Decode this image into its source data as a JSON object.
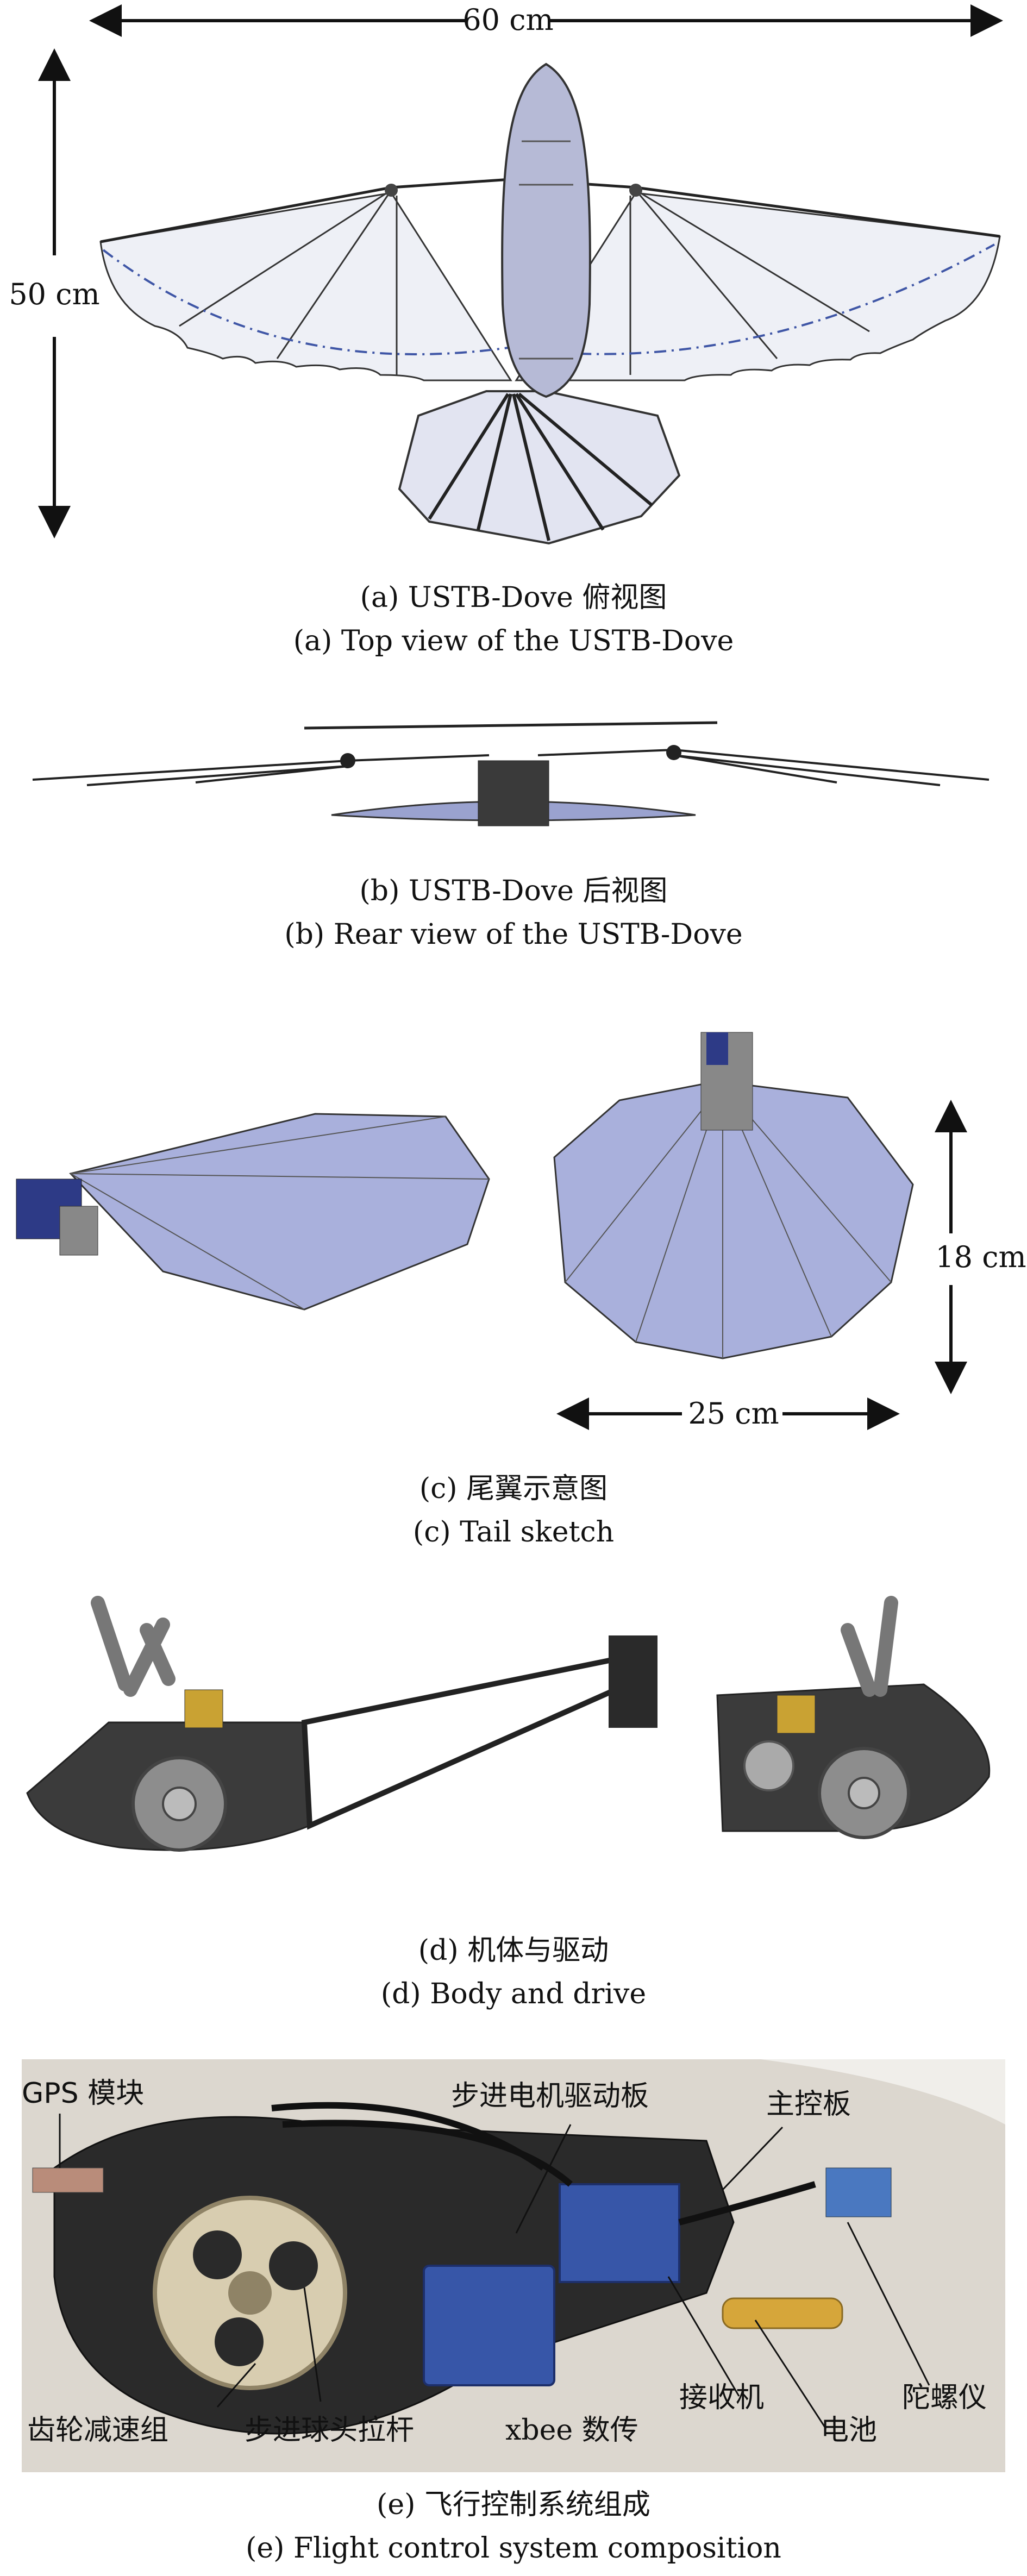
{
  "panel_a": {
    "caption_cn": "(a) USTB-Dove 俯视图",
    "caption_en": "(a) Top view of the USTB-Dove",
    "dim_width": "60 cm",
    "dim_height": "50 cm"
  },
  "panel_b": {
    "caption_cn": "(b) USTB-Dove 后视图",
    "caption_en": "(b) Rear view of the USTB-Dove"
  },
  "panel_c": {
    "caption_cn": "(c) 尾翼示意图",
    "caption_en": "(c) Tail sketch",
    "dim_height": "18 cm",
    "dim_width": "25 cm"
  },
  "panel_d": {
    "caption_cn": "(d) 机体与驱动",
    "caption_en": "(d) Body and drive"
  },
  "panel_e": {
    "caption_cn": "(e) 飞行控制系统组成",
    "caption_en": "(e) Flight control system composition",
    "labels": {
      "gps": "GPS 模块",
      "stepper_driver": "步进电机驱动板",
      "main_board": "主控板",
      "gear": "齿轮减速组",
      "ball_rod": "步进球头拉杆",
      "xbee": "xbee 数传",
      "receiver": "接收机",
      "battery": "电池",
      "gyro": "陀螺仪"
    }
  },
  "colors": {
    "membrane": "#e9ecf5",
    "tail": "#a9b0dc",
    "body": "#b6bad6",
    "photo_bg": "#dcd7cf",
    "board_blue": "#3756a8"
  }
}
